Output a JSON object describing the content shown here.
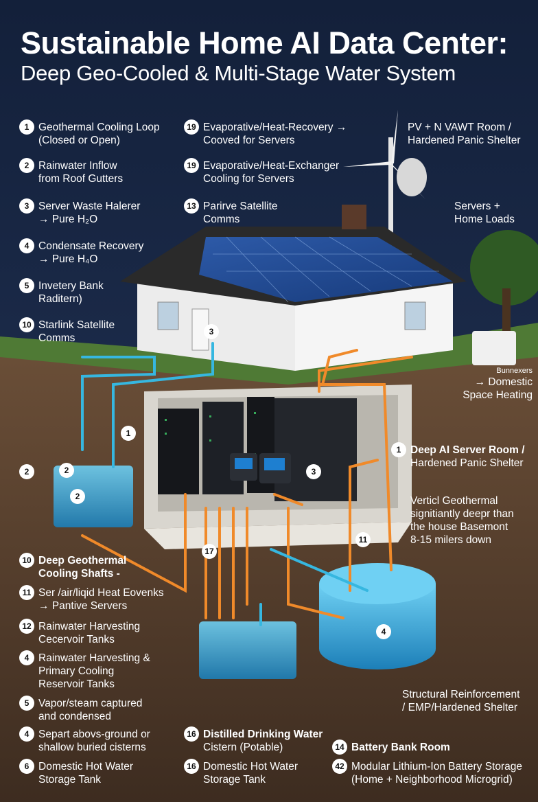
{
  "title": "Sustainable Home AI Data Center:",
  "subtitle": "Deep Geo-Cooled & Multi-Stage Water System",
  "left_callouts": [
    {
      "num": "1",
      "lines": [
        "Geothermal Cooling Loop",
        "(Closed or Open)"
      ]
    },
    {
      "num": "2",
      "lines": [
        "Rainwater Inflow",
        "from Roof Gutters"
      ]
    },
    {
      "num": "3",
      "lines": [
        "Server Waste Halerer",
        "→ Pure H₂O"
      ]
    },
    {
      "num": "4",
      "lines": [
        "Condensate Recovery",
        "→ Pure H₄O"
      ]
    },
    {
      "num": "5",
      "lines": [
        "Invetery Bank",
        "Raditern)"
      ]
    },
    {
      "num": "10",
      "lines": [
        "Starlink Satellite",
        "Comms"
      ]
    }
  ],
  "middle_callouts": [
    {
      "num": "19",
      "lines": [
        "Evaporative/Heat-Recovery →",
        "Cooved for Servers"
      ]
    },
    {
      "num": "19",
      "lines": [
        "Evaporative/Heat-Exchanger",
        "Cooling for Servers"
      ]
    },
    {
      "num": "13",
      "lines": [
        "Parirve Satellite",
        "Comms"
      ]
    }
  ],
  "top_right": {
    "pv": [
      "PV + N VAWT Room /",
      "Hardened Panic Shelter"
    ],
    "servers": [
      "Servers +",
      "Home Loads"
    ],
    "heating": [
      "Bunnexers",
      "→ Domestic",
      "Space Heating"
    ]
  },
  "right_callouts": {
    "server_room": {
      "num": "1",
      "lines": [
        "Deep AI Server Room /",
        "Hardened Panic Shelter"
      ]
    },
    "geothermal": [
      "Verticl Geothermal",
      "signitiantly deepr than",
      "the house Basemont",
      "8-15 milers down"
    ],
    "structural": [
      "Structural Reinforcement",
      "/ EMP/Hardened Shelter"
    ]
  },
  "lower_left_callouts": [
    {
      "num": "10",
      "lines": [
        "Deep Geothermal",
        "Cooling Shafts -"
      ],
      "bold": true
    },
    {
      "num": "11",
      "lines": [
        "Ser /air/liqid Heat Eovenks",
        "→ Pantive Servers"
      ]
    },
    {
      "num": "12",
      "lines": [
        "Rainwater Harvesting",
        "Cecervoir Tanks"
      ]
    },
    {
      "num": "4",
      "lines": [
        "Rainwater Harvesting &",
        "Primary Cooling",
        "Reservoir Tanks"
      ]
    },
    {
      "num": "5",
      "lines": [
        "Vapor/steam captured",
        "and condensed"
      ]
    },
    {
      "num": "4",
      "lines": [
        "Separt abovs-ground or",
        "shallow buried cisterns"
      ]
    },
    {
      "num": "6",
      "lines": [
        "Domestic Hot Water",
        "Storage Tank"
      ]
    }
  ],
  "bottom_middle": [
    {
      "num": "16",
      "lines": [
        "Distilled Drinking Water",
        "Cistern (Potable)"
      ],
      "bold": true
    },
    {
      "num": "16",
      "lines": [
        "Domestic Hot Water",
        "Storage Tank"
      ]
    }
  ],
  "bottom_right": [
    {
      "num": "14",
      "lines": [
        "Battery Bank Room"
      ],
      "bold": true
    },
    {
      "num": "42",
      "lines": [
        "Modular Lithium-Ion Battery Storage",
        "(Home + Neighborhood Microgrid)"
      ]
    }
  ],
  "map_badges": {
    "house_3": "3",
    "pipe_1": "1",
    "tank_2_top": "2",
    "tank_2_side": "2",
    "tank_2_inner": "2",
    "server_3": "3",
    "right_1": "1",
    "shaft_17": "17",
    "shaft_11": "11",
    "tank_4": "4"
  },
  "colors": {
    "sky": "#1a2a47",
    "soil": "#5a4332",
    "water": "#3aa9d8",
    "hot_pipe": "#f08a2a",
    "cold_pipe": "#36b7e0"
  }
}
